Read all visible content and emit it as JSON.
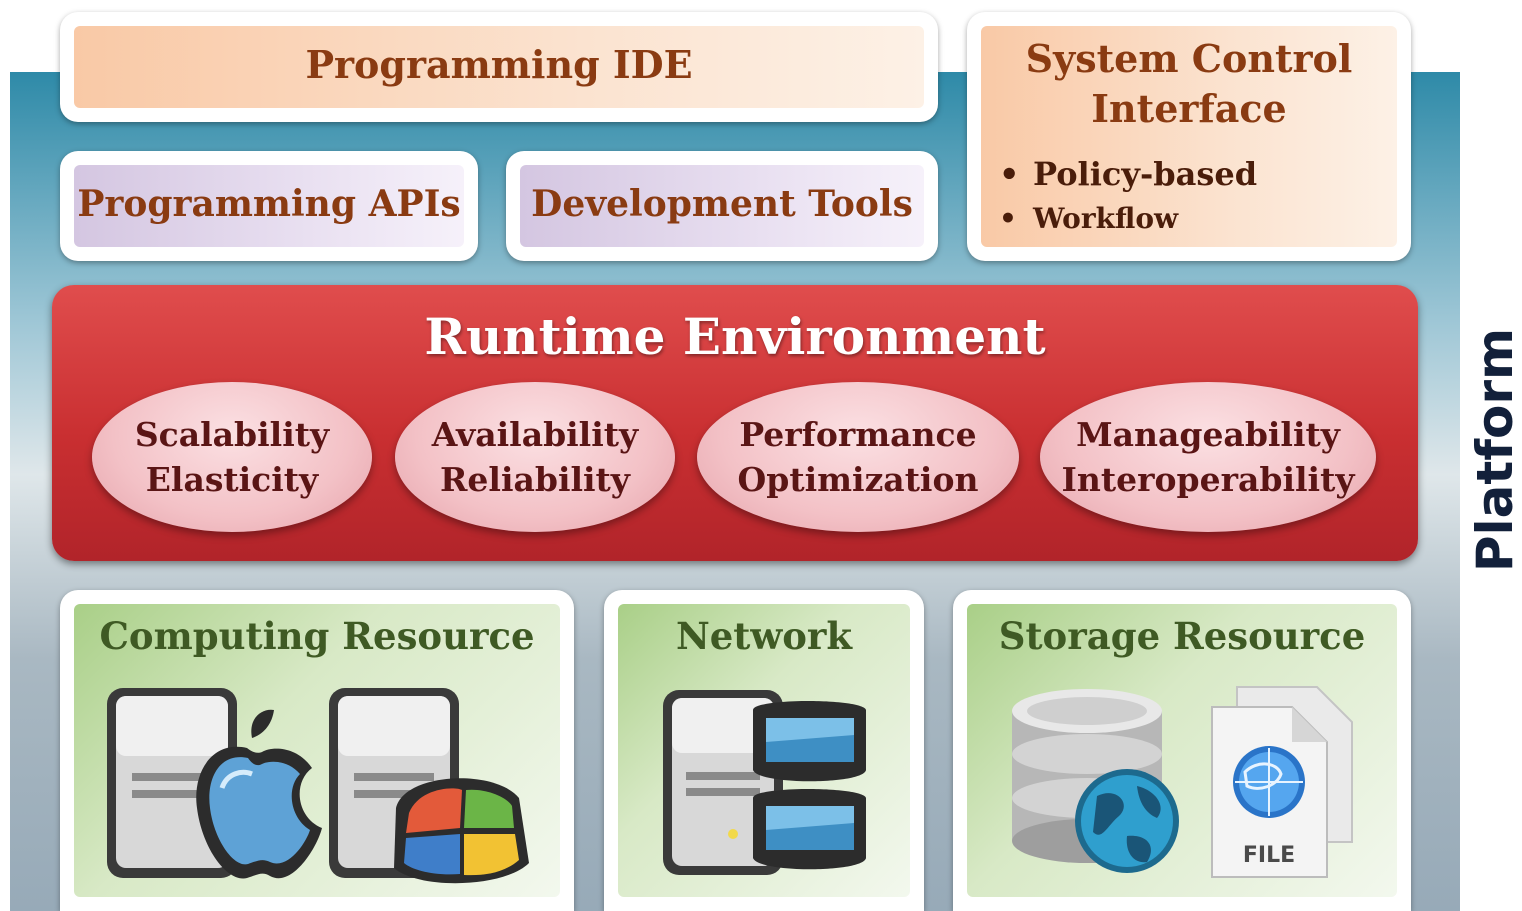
{
  "platform_label": "Platform",
  "top": {
    "ide": "Programming IDE",
    "apis": "Programming APIs",
    "tools": "Development Tools",
    "system_control": {
      "title_line1": "System Control",
      "title_line2": "Interface",
      "bullets": [
        "Policy-based",
        "Workflow"
      ]
    }
  },
  "runtime": {
    "title": "Runtime Environment",
    "qualities": [
      {
        "line1": "Scalability",
        "line2": "Elasticity"
      },
      {
        "line1": "Availability",
        "line2": "Reliability"
      },
      {
        "line1": "Performance",
        "line2": "Optimization"
      },
      {
        "line1": "Manageability",
        "line2": "Interoperability"
      }
    ]
  },
  "resources": {
    "computing": {
      "title": "Computing Resource",
      "icons": [
        "server-apple-icon",
        "server-windows-icon"
      ]
    },
    "network": {
      "title": "Network",
      "icons": [
        "server-icon",
        "monitor-icon",
        "monitor-icon"
      ]
    },
    "storage": {
      "title": "Storage Resource",
      "icons": [
        "database-globe-icon",
        "file-globe-icon"
      ],
      "file_label": "FILE"
    }
  },
  "colors": {
    "runtime_red": "#c92f31",
    "title_brown": "#8a3b12",
    "resource_green": "#a9cf87",
    "platform_text": "#12203a"
  }
}
